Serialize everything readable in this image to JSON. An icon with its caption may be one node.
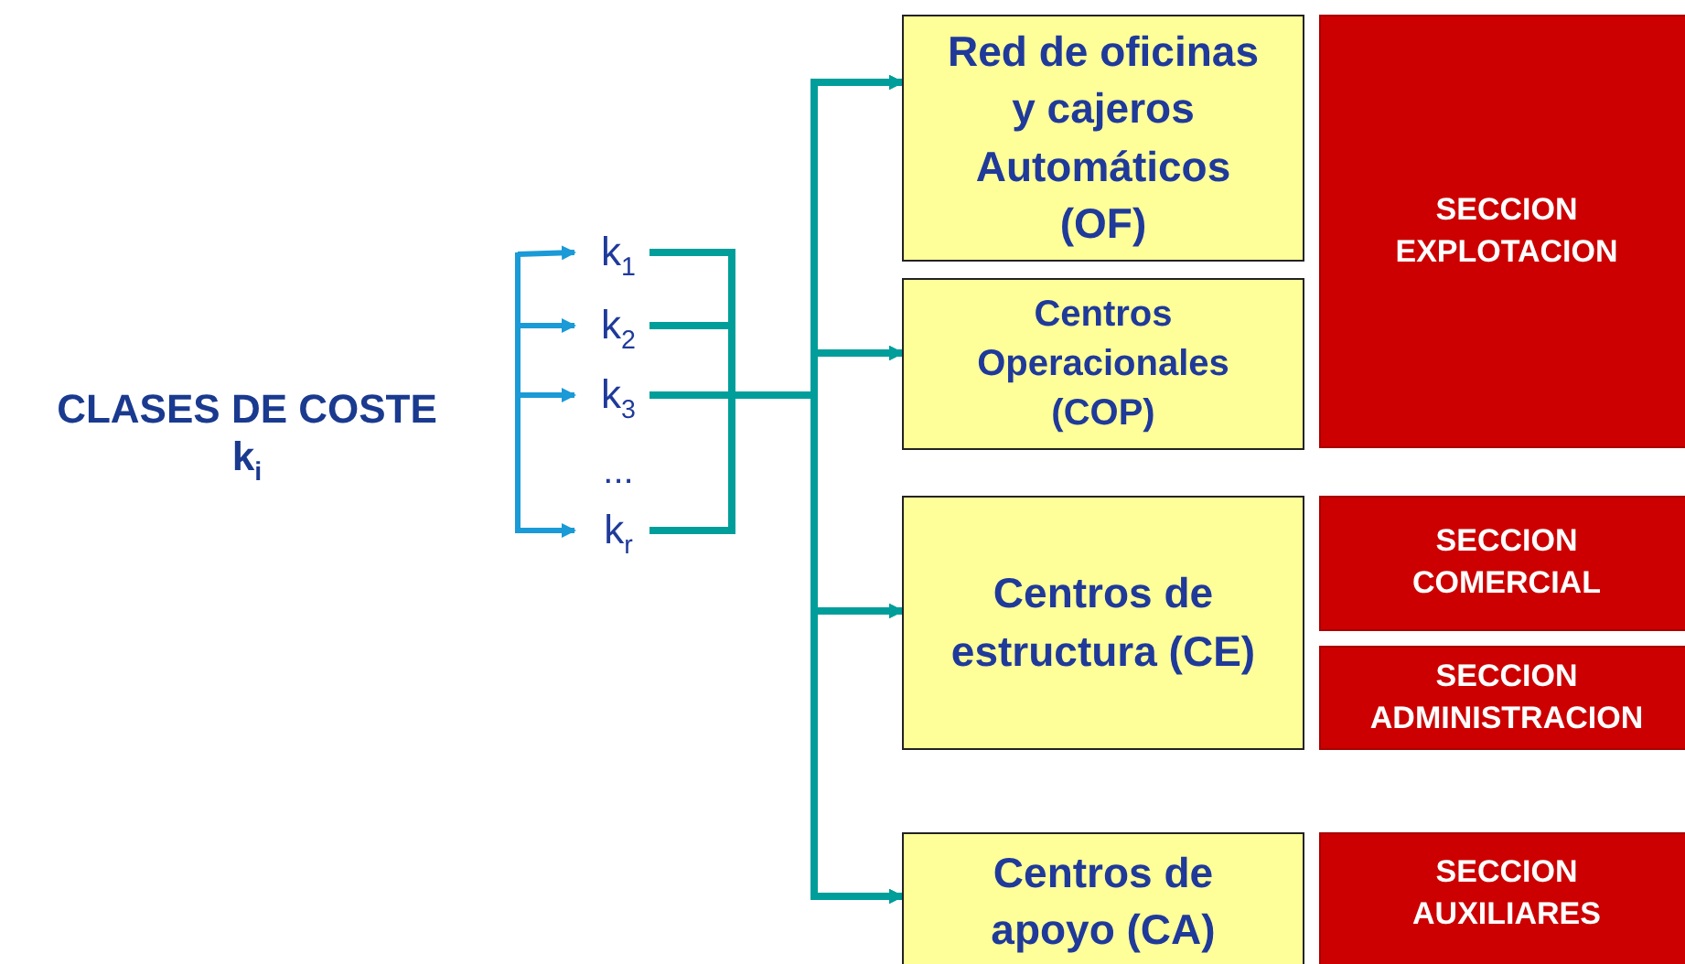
{
  "diagram": {
    "nodes": [
      {
        "text": [
          "CLASES DE COSTE",
          "k$_{i}$"
        ]
      },
      {
        "text": [
          "k$_{1}$"
        ]
      },
      {
        "text": [
          "k$_{2}$"
        ]
      },
      {
        "text": [
          "k$_{3}$"
        ]
      },
      {
        "text": [
          "..."
        ]
      },
      {
        "text": [
          "k$_{r}$"
        ]
      },
      {
        "text": [
          "Red de oficinas y cajeros Automáticos (OF)"
        ]
      },
      {
        "text": [
          "Centros Operacionales (COP)"
        ]
      },
      {
        "text": [
          "Centros de estructura (CE)"
        ]
      },
      {
        "text": [
          "Centros de apoyo (CA)"
        ]
      },
      {
        "text": [
          "SECCION EXPLOTACION"
        ]
      },
      {
        "text": [
          "SECCION COMERCIAL"
        ]
      },
      {
        "text": [
          "SECCION ADMINISTRACION"
        ]
      },
      {
        "text": [
          "SECCION AUXILIARES"
        ]
      }
    ],
    "edges": [
      {
        "from": null,
        "to": 1,
        "arrow": "to",
        "color": "#1a9ad6"
      },
      {
        "from": null,
        "to": 2,
        "arrow": "to",
        "color": "#1a9ad6"
      },
      {
        "from": null,
        "to": 3,
        "arrow": "to",
        "color": "#1a9ad6"
      },
      {
        "from": null,
        "to": 5,
        "arrow": "to",
        "color": "#1a9ad6"
      },
      {
        "from": 1,
        "to": 6,
        "arrow": "to"
      },
      {
        "from": 1,
        "to": 7,
        "arrow": "to"
      },
      {
        "from": 1,
        "to": 8,
        "arrow": "to"
      },
      {
        "from": 1,
        "to": 9,
        "arrow": "to"
      },
      {
        "from": 2,
        "to": 6,
        "arrow": "to"
      },
      {
        "from": 2,
        "to": 7,
        "arrow": "to"
      },
      {
        "from": 2,
        "to": 8,
        "arrow": "to"
      },
      {
        "from": 2,
        "to": 9,
        "arrow": "to"
      },
      {
        "from": 3,
        "to": 6,
        "arrow": "to"
      },
      {
        "from": 3,
        "to": 7,
        "arrow": "to"
      },
      {
        "from": 3,
        "to": 8,
        "arrow": "to"
      },
      {
        "from": 3,
        "to": 9,
        "arrow": "to"
      },
      {
        "from": 5,
        "to": 6,
        "arrow": "to"
      },
      {
        "from": 5,
        "to": 7,
        "arrow": "to"
      },
      {
        "from": 5,
        "to": 8,
        "arrow": "to"
      },
      {
        "from": 5,
        "to": 9,
        "arrow": "to"
      }
    ]
  }
}
